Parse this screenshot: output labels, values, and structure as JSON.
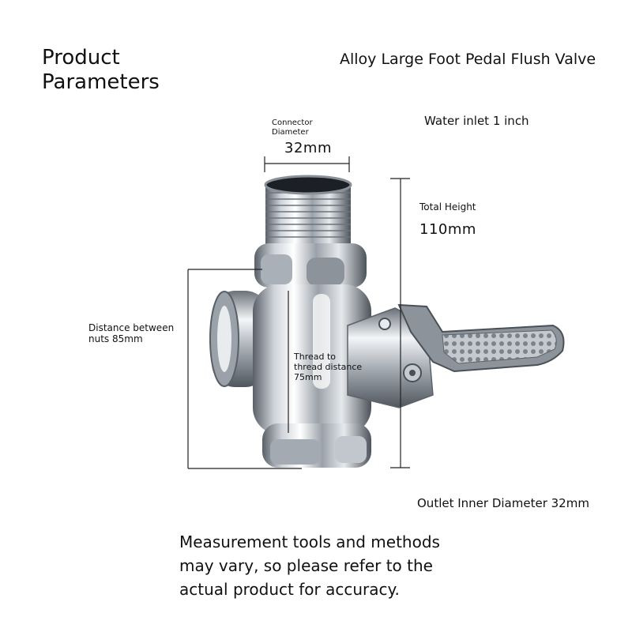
{
  "header": {
    "title_line1": "Product",
    "title_line2": "Parameters",
    "product_name": "Alloy Large Foot Pedal Flush Valve"
  },
  "annotations": {
    "water_inlet": "Water inlet 1 inch",
    "connector_label_line1": "Connector",
    "connector_label_line2": "Diameter",
    "connector_value": "32mm",
    "total_height_label": "Total Height",
    "total_height_value": "110mm",
    "nuts_distance_line1": "Distance between",
    "nuts_distance_line2": "nuts 85mm",
    "thread_line1": "Thread to",
    "thread_line2": "thread distance",
    "thread_line3": "75mm",
    "outlet": "Outlet Inner Diameter 32mm"
  },
  "footer": {
    "note_line1": "Measurement tools and methods",
    "note_line2": "may vary, so please refer to the",
    "note_line3": "actual product for accuracy."
  },
  "image": {
    "subject": "chrome foot pedal flush valve",
    "colors": {
      "chrome_light": "#f2f4f6",
      "chrome_mid": "#b9bfc6",
      "chrome_dark": "#4a5058",
      "dimension_line": "#222222"
    }
  }
}
